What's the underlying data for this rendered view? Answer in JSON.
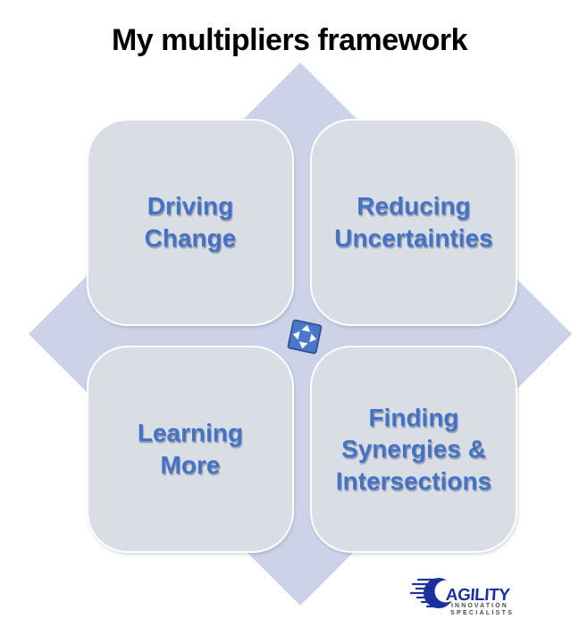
{
  "title": "My multipliers framework",
  "quadrants": [
    {
      "id": "driving-change",
      "position": "top-left",
      "label": "Driving\nChange"
    },
    {
      "id": "reducing-uncertainties",
      "position": "top-right",
      "label": "Reducing\nUncertainties"
    },
    {
      "id": "learning-more",
      "position": "bottom-left",
      "label": "Learning\nMore"
    },
    {
      "id": "finding-synergies",
      "position": "bottom-right",
      "label": "Finding\nSynergies &\nIntersections"
    }
  ],
  "icons": {
    "center_icon": "four-way-move-arrows",
    "logo_icon": "comet-swoosh"
  },
  "logo": {
    "name": "AGILITY",
    "line2": "INNOVATION",
    "line3": "SPECIALISTS"
  },
  "colors": {
    "accent-blue": "#4472c4",
    "diamond-fill": "#ccd3e8",
    "card-fill": "#d9dde4",
    "title-color": "#000000",
    "icon-blue": "#4a77c9",
    "icon-border": "#2f4e8f",
    "logo-navy": "#1c2f9e",
    "logo-gray": "#4a4a4a",
    "background": "#ffffff"
  }
}
